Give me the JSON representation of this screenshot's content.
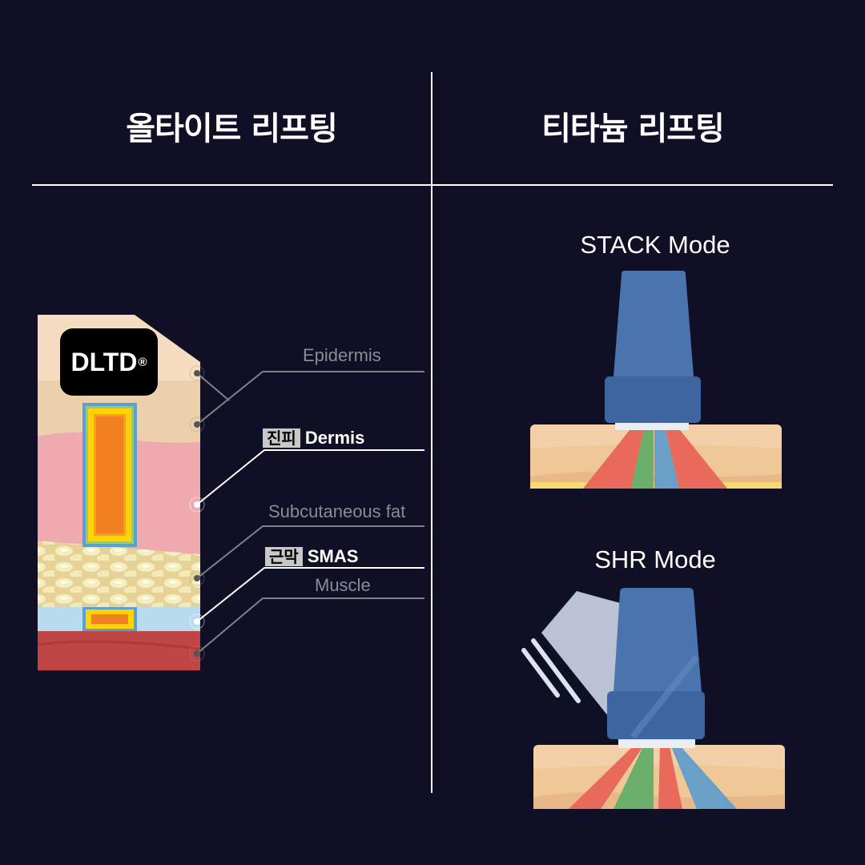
{
  "headers": {
    "left_title": "올타이트 리프팅",
    "right_title": "티타늄 리프팅"
  },
  "left_panel": {
    "badge": {
      "text": "DLTD",
      "mark": "®"
    },
    "layers": [
      {
        "name": "Epidermis",
        "style": "gray"
      },
      {
        "tag": "진피",
        "name": "Dermis",
        "style": "white"
      },
      {
        "name": "Subcutaneous fat",
        "style": "gray"
      },
      {
        "tag": "근막",
        "name": "SMAS",
        "style": "white"
      },
      {
        "name": "Muscle",
        "style": "gray"
      }
    ],
    "colors": {
      "epidermis": "#f6dcc0",
      "dermis": "#eeaaae",
      "fat": "#ead8a2",
      "smas": "#b8dcee",
      "muscle": "#c04545",
      "heat_core": "#f08020",
      "heat_mid": "#ffd400",
      "heat_edge": "#5aa0d8"
    }
  },
  "right_panel": {
    "modes": [
      {
        "title": "STACK Mode"
      },
      {
        "title": "SHR Mode"
      }
    ],
    "colors": {
      "device": "#4a74ad",
      "device_dark": "#3d65a0",
      "beam_red": "#e86a5a",
      "beam_green": "#6ab06a",
      "beam_blue": "#6aa0c8",
      "ghost_device": "#cdd6e8"
    }
  }
}
